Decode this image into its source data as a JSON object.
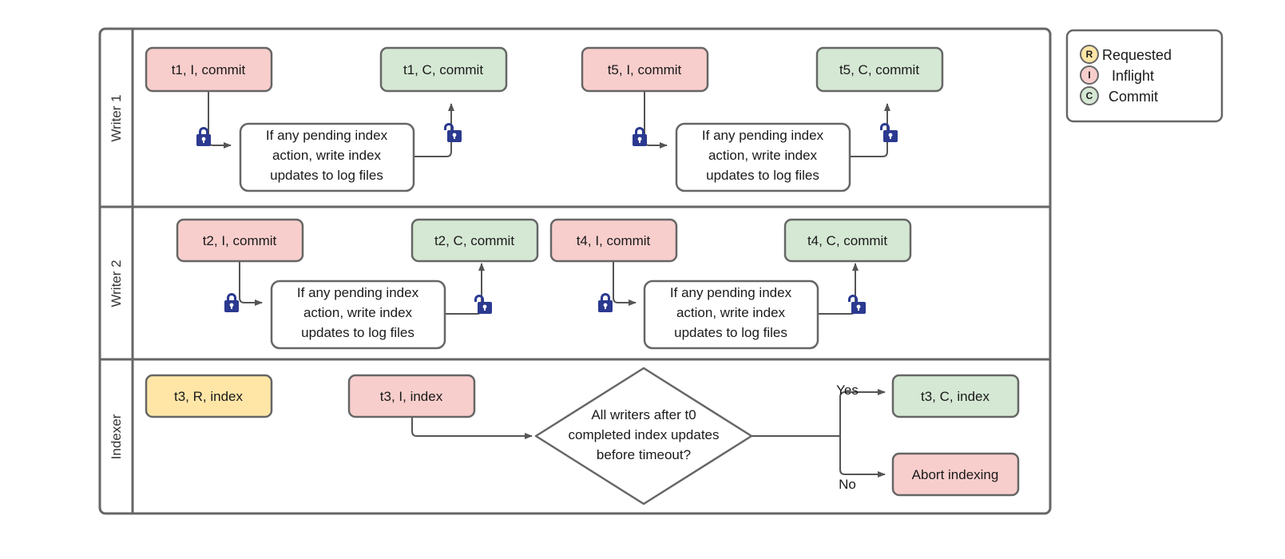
{
  "diagram": {
    "title": "Writer / Indexer concurrency swimlane flowchart",
    "colors": {
      "inflight_fill": "#f8cecc",
      "commit_fill": "#d5e8d4",
      "requested_fill": "#ffe6a7",
      "box_stroke": "#666666",
      "lane_stroke": "#666666",
      "note_fill": "#ffffff",
      "lock_color": "#2b3990",
      "edge_color": "#555555",
      "text_color": "#1a1a1a"
    },
    "lanes": [
      {
        "id": "writer1",
        "label": "Writer 1"
      },
      {
        "id": "writer2",
        "label": "Writer 2"
      },
      {
        "id": "indexer",
        "label": "Indexer"
      }
    ],
    "note_text_lines": [
      "If any pending index",
      "action, write index",
      "updates to log files"
    ],
    "writer1": {
      "boxes": [
        {
          "name": "t1-inflight",
          "label": "t1, I, commit",
          "state": "inflight"
        },
        {
          "name": "t1-commit",
          "label": "t1, C, commit",
          "state": "commit"
        },
        {
          "name": "t5-inflight",
          "label": "t5, I, commit",
          "state": "inflight"
        },
        {
          "name": "t5-commit",
          "label": "t5, C, commit",
          "state": "commit"
        }
      ],
      "locks": [
        {
          "name": "lock-closed-t1",
          "kind": "locked"
        },
        {
          "name": "lock-open-t1",
          "kind": "unlocked"
        },
        {
          "name": "lock-closed-t5",
          "kind": "locked"
        },
        {
          "name": "lock-open-t5",
          "kind": "unlocked"
        }
      ]
    },
    "writer2": {
      "boxes": [
        {
          "name": "t2-inflight",
          "label": "t2, I, commit",
          "state": "inflight"
        },
        {
          "name": "t2-commit",
          "label": "t2, C, commit",
          "state": "commit"
        },
        {
          "name": "t4-inflight",
          "label": "t4, I, commit",
          "state": "inflight"
        },
        {
          "name": "t4-commit",
          "label": "t4, C, commit",
          "state": "commit"
        }
      ],
      "locks": [
        {
          "name": "lock-closed-t2",
          "kind": "locked"
        },
        {
          "name": "lock-open-t2",
          "kind": "unlocked"
        },
        {
          "name": "lock-closed-t4",
          "kind": "locked"
        },
        {
          "name": "lock-open-t4",
          "kind": "unlocked"
        }
      ]
    },
    "indexer": {
      "boxes": [
        {
          "name": "t3-requested",
          "label": "t3, R, index",
          "state": "requested"
        },
        {
          "name": "t3-inflight",
          "label": "t3, I, index",
          "state": "inflight"
        },
        {
          "name": "t3-commit",
          "label": "t3, C, index",
          "state": "commit"
        },
        {
          "name": "abort",
          "label": "Abort indexing",
          "state": "inflight"
        }
      ],
      "decision_lines": [
        "All writers after t0",
        "completed index updates",
        "before timeout?"
      ],
      "branch_yes": "Yes",
      "branch_no": "No"
    },
    "legend": {
      "items": [
        {
          "glyph": "R",
          "label": "Requested",
          "color": "#ffe6a7"
        },
        {
          "glyph": "I",
          "label": "Inflight",
          "color": "#f8cecc"
        },
        {
          "glyph": "C",
          "label": "Commit",
          "color": "#d5e8d4"
        }
      ]
    }
  }
}
